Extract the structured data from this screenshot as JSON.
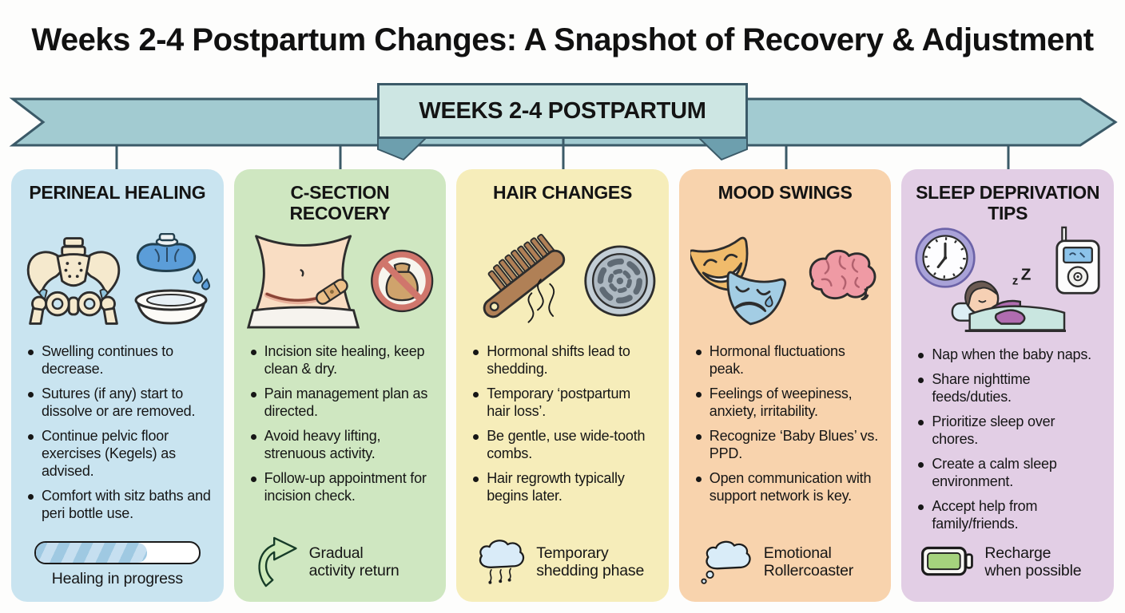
{
  "title": "Weeks 2-4 Postpartum Changes: A Snapshot of Recovery & Adjustment",
  "banner": {
    "label": "WEEKS 2-4 POSTPARTUM"
  },
  "colors": {
    "ribbon": "#a2cbd1",
    "ribbon_border": "#3b5a68",
    "ribbon_fold": "#6d9fae",
    "banner_label_bg": "#cde6e3",
    "connector": "#3b5a68",
    "text": "#161616"
  },
  "cards": [
    {
      "title": "PERINEAL HEALING",
      "bg": "#c9e4f0",
      "icons": [
        "pelvis-icon",
        "ice-pack-icon",
        "sitz-bath-basin-icon"
      ],
      "bullets": [
        "Swelling continues to decrease.",
        "Sutures (if any) start to dissolve or are removed.",
        "Continue pelvic floor exercises (Kegels) as advised.",
        "Comfort with sitz baths and peri bottle use."
      ],
      "footer": {
        "icon": "progress-bar",
        "label": "Healing in progress",
        "progress_percent": 68
      }
    },
    {
      "title": "C-SECTION RECOVERY",
      "bg": "#cfe7c1",
      "icons": [
        "cesarean-abdomen-icon",
        "no-heavy-lifting-icon"
      ],
      "bullets": [
        "Incision site healing, keep clean & dry.",
        "Pain management plan as directed.",
        "Avoid heavy lifting, strenuous activity.",
        "Follow-up appointment for incision check."
      ],
      "footer": {
        "icon": "curved-arrow-icon",
        "line1": "Gradual",
        "line2": "activity return"
      }
    },
    {
      "title": "HAIR CHANGES",
      "bg": "#f6edba",
      "icons": [
        "comb-icon",
        "drain-icon"
      ],
      "bullets": [
        "Hormonal shifts lead to shedding.",
        "Temporary ‘postpartum hair loss’.",
        "Be gentle, use wide-tooth combs.",
        "Hair regrowth typically begins later."
      ],
      "footer": {
        "icon": "shedding-cloud-icon",
        "line1": "Temporary",
        "line2": "shedding phase"
      }
    },
    {
      "title": "MOOD SWINGS",
      "bg": "#f8d3ad",
      "icons": [
        "theater-masks-icon",
        "brain-icon"
      ],
      "bullets": [
        "Hormonal fluctuations peak.",
        "Feelings of weepiness, anxiety, irritability.",
        "Recognize ‘Baby Blues’ vs. PPD.",
        "Open communication with support network is key."
      ],
      "footer": {
        "icon": "thought-bubble-icon",
        "line1": "Emotional",
        "line2": "Rollercoaster"
      }
    },
    {
      "title": "SLEEP DEPRIVATION TIPS",
      "bg": "#e2cee5",
      "icons": [
        "clock-icon",
        "sleeping-mother-icon",
        "baby-monitor-icon"
      ],
      "bullets": [
        "Nap when the baby naps.",
        "Share nighttime feeds/duties.",
        "Prioritize sleep over chores.",
        "Create a calm sleep environment.",
        "Accept help from family/friends."
      ],
      "footer": {
        "icon": "battery-icon",
        "line1": "Recharge",
        "line2": "when possible"
      }
    }
  ]
}
